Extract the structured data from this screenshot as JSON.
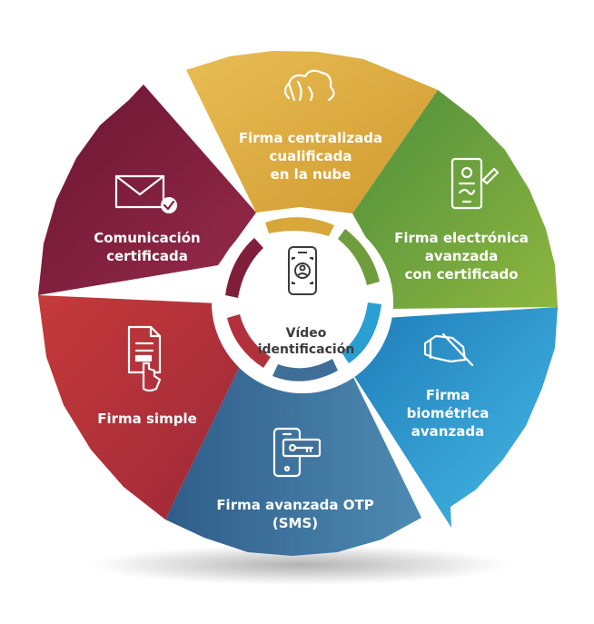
{
  "center": {
    "lines": [
      "Vídeo",
      "identificación"
    ]
  },
  "segments": [
    {
      "id": "centralizada",
      "lines": [
        "Firma centralizada",
        "cualificada",
        "en la nube"
      ],
      "icon": "cloud-signature-icon",
      "color": "#dcaa3c"
    },
    {
      "id": "electronica",
      "lines": [
        "Firma electrónica",
        "avanzada",
        "con certificado"
      ],
      "icon": "tablet-certificate-icon",
      "color": "#6f9c3c"
    },
    {
      "id": "biometrica",
      "lines": [
        "Firma",
        "biométrica",
        "avanzada"
      ],
      "icon": "hand-pen-icon",
      "color": "#2a9fd2"
    },
    {
      "id": "otp",
      "lines": [
        "Firma avanzada OTP",
        "(SMS)"
      ],
      "icon": "phone-key-icon",
      "color": "#3f6f98"
    },
    {
      "id": "simple",
      "lines": [
        "Firma simple"
      ],
      "icon": "document-click-icon",
      "color": "#b3313c"
    },
    {
      "id": "comunicacion",
      "lines": [
        "Comunicación",
        "certificada"
      ],
      "icon": "envelope-check-icon",
      "color": "#7f1f3c"
    }
  ]
}
